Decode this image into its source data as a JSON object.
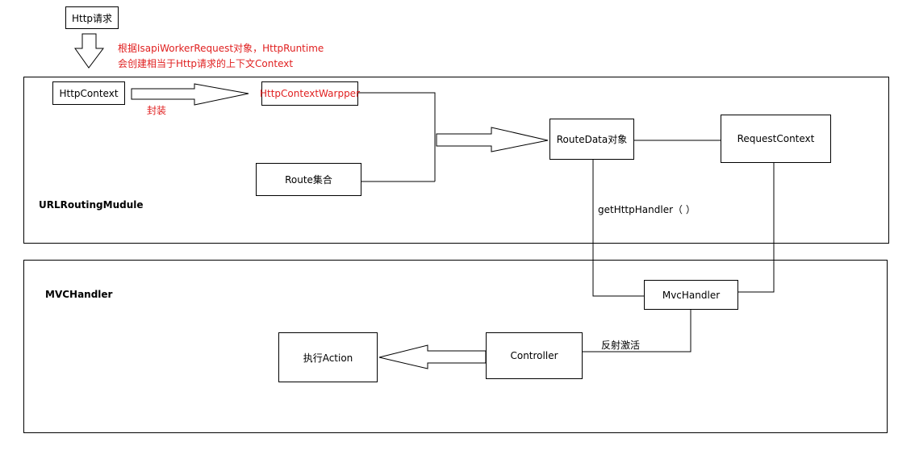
{
  "nodes": {
    "http_request": "Http请求",
    "http_context": "HttpContext",
    "http_context_wrapper": "HttpContextWarpper",
    "route_collection": "Route集合",
    "route_data": "RouteData对象",
    "request_context": "RequestContext",
    "mvc_handler": "MvcHandler",
    "controller": "Controller",
    "execute_action": "执行Action"
  },
  "labels": {
    "note_line1": "根据IsapiWorkerRequest对象，HttpRuntime",
    "note_line2": "会创建相当于Http请求的上下文Context",
    "wrap": "封装",
    "get_handler": "getHttpHandler（ ）",
    "reflect_activate": "反射激活"
  },
  "regions": {
    "url_routing": "URLRoutingMudule",
    "mvc_handler": "MVCHandler"
  },
  "colors": {
    "line": "#000000",
    "annotation": "#e02020"
  }
}
